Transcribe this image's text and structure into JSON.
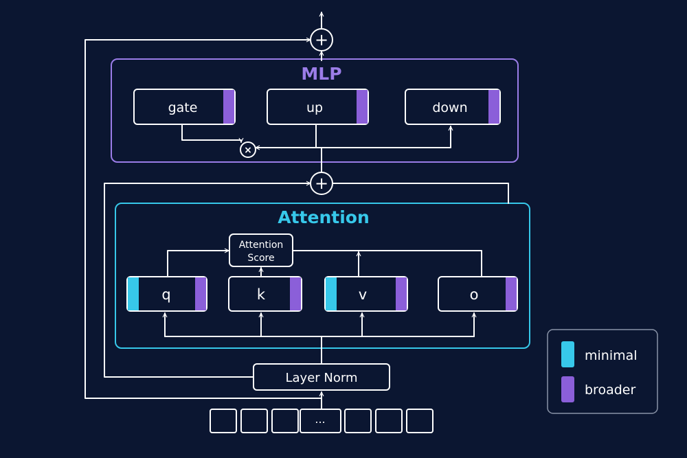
{
  "colors": {
    "background": "#0b1631",
    "line": "#ffffff",
    "mlp_accent": "#9b7de8",
    "attention_accent": "#37c8ea",
    "minimal": "#37c8ea",
    "broader": "#8b5fd9"
  },
  "mlp": {
    "title": "MLP",
    "gate": "gate",
    "up": "up",
    "down": "down",
    "multiply_symbol": "×"
  },
  "attention": {
    "title": "Attention",
    "q": "q",
    "k": "k",
    "v": "v",
    "o": "o",
    "score_line1": "Attention",
    "score_line2": "Score"
  },
  "layer_norm": "Layer Norm",
  "add_symbol": "+",
  "ellipsis": "...",
  "legend": {
    "minimal": "minimal",
    "broader": "broader"
  }
}
